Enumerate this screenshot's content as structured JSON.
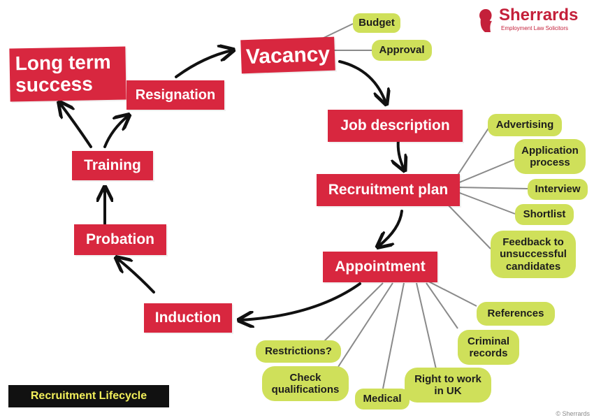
{
  "logo": {
    "name": "Sherrards",
    "tagline": "Employment Law Solicitors"
  },
  "caption": "Recruitment Lifecycle",
  "copyright": "© Sherrards",
  "stages": {
    "vacancy": "Vacancy",
    "job_description": "Job description",
    "recruitment_plan": "Recruitment plan",
    "appointment": "Appointment",
    "induction": "Induction",
    "probation": "Probation",
    "training": "Training",
    "resignation": "Resignation",
    "long_term_success": "Long term\nsuccess"
  },
  "details": {
    "budget": "Budget",
    "approval": "Approval",
    "advertising": "Advertising",
    "application_process": "Application\nprocess",
    "interview": "Interview",
    "shortlist": "Shortlist",
    "feedback": "Feedback to\nunsuccessful\ncandidates",
    "references": "References",
    "criminal_records": "Criminal\nrecords",
    "right_to_work": "Right to work\nin UK",
    "medical": "Medical",
    "check_qualifications": "Check\nqualifications",
    "restrictions": "Restrictions?"
  },
  "colors": {
    "stage": "#d8273f",
    "detail": "#cfe05a",
    "arrow": "#111111",
    "connector": "#8a8a8a"
  }
}
